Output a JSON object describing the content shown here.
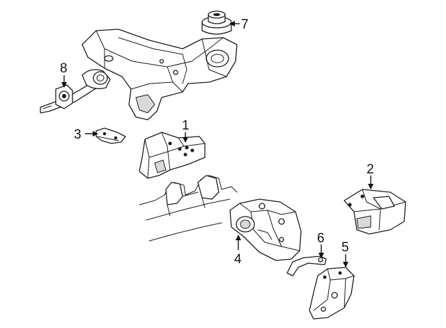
{
  "callouts": {
    "c1": "1",
    "c2": "2",
    "c3": "3",
    "c4": "4",
    "c5": "5",
    "c6": "6",
    "c7": "7",
    "c8": "8"
  },
  "colors": {
    "line": "#1a1a1a",
    "background": "#ffffff",
    "shading": "#d9d9d9"
  }
}
